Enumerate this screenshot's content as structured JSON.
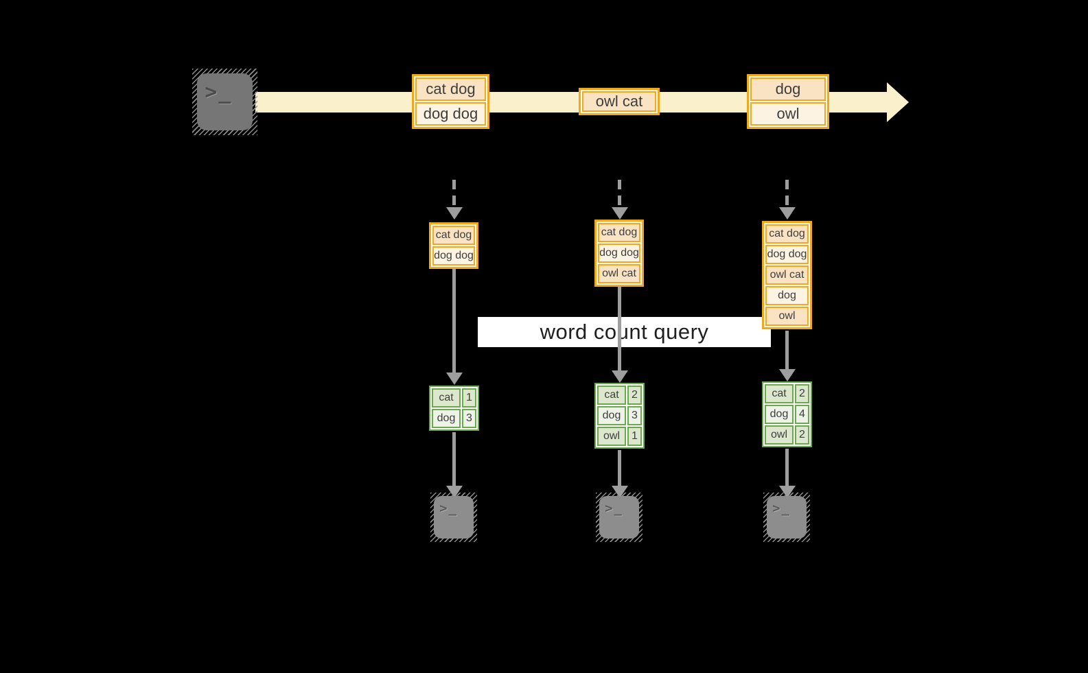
{
  "diagram": {
    "query_banner": "word count query",
    "terminal_glyph": ">_",
    "stream_batches": [
      {
        "records": [
          "cat dog",
          "dog dog"
        ]
      },
      {
        "records": [
          "owl cat"
        ]
      },
      {
        "records": [
          "dog",
          "owl"
        ]
      }
    ],
    "pipelines": [
      {
        "state": [
          "cat dog",
          "dog dog"
        ],
        "counts": [
          {
            "word": "cat",
            "count": "1"
          },
          {
            "word": "dog",
            "count": "3"
          }
        ]
      },
      {
        "state": [
          "cat dog",
          "dog dog",
          "owl cat"
        ],
        "counts": [
          {
            "word": "cat",
            "count": "2"
          },
          {
            "word": "dog",
            "count": "3"
          },
          {
            "word": "owl",
            "count": "1"
          }
        ]
      },
      {
        "state": [
          "cat dog",
          "dog dog",
          "owl cat",
          "dog",
          "owl"
        ],
        "counts": [
          {
            "word": "cat",
            "count": "2"
          },
          {
            "word": "dog",
            "count": "4"
          },
          {
            "word": "owl",
            "count": "2"
          }
        ]
      }
    ],
    "colors": {
      "background": "#000000",
      "stream_band": "#fbf0cc",
      "amber_border": "#f0a81c",
      "cell_peach": "#fae3c2",
      "cell_cream": "#fdf3e3",
      "green_border": "#6aa84c",
      "green_row_odd": "#dce7cd",
      "green_row_even": "#eef3e8",
      "arrow_gray": "#9e9e9e",
      "terminal_gray": "#7a7a7a",
      "banner_bg": "#ffffff",
      "text": "#3d3d3d"
    }
  }
}
